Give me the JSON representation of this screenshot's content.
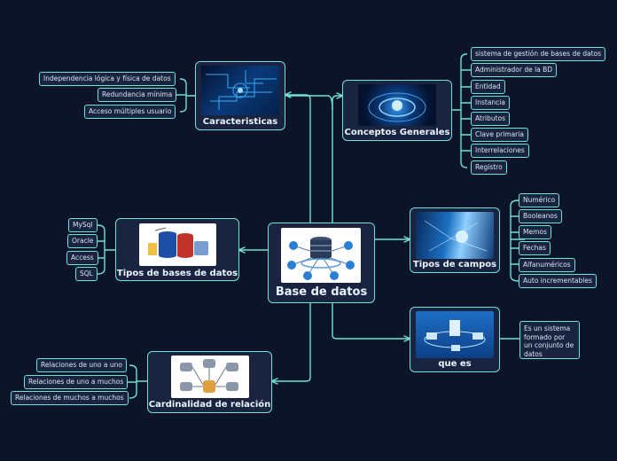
{
  "center": {
    "title": "Base de datos"
  },
  "branches": {
    "caracteristicas": {
      "title": "Caracteristicas",
      "items": [
        "Independencia lógica y física de datos",
        "Redundancia mínima",
        "Acceso múltiples usuario"
      ]
    },
    "conceptos": {
      "title": "Conceptos Generales",
      "items": [
        "sistema de gestión de bases de datos",
        "Administrador de la BD",
        "Entidad",
        "Instancia",
        "Atributos",
        "Clave primaria",
        "Interrelaciones",
        "Registro"
      ]
    },
    "tipos_bd": {
      "title": "Tipos de bases de datos",
      "items": [
        "MySql",
        "Oracle",
        "Access",
        "SQL"
      ]
    },
    "tipos_campos": {
      "title": "Tipos de campos",
      "items": [
        "Numérico",
        "Booleanos",
        "Memos",
        "Fechas",
        "Alfanuméricos",
        "Auto incrementables"
      ]
    },
    "que_es": {
      "title": "que es",
      "note": "Es un sistema formado por un conjunto de datos"
    },
    "cardinalidad": {
      "title": "Cardinalidad de relación",
      "items": [
        "Relaciones de uno a uno",
        "Relaciones de uno a muchos",
        "Relaciones de muchos a muchos"
      ]
    }
  },
  "colors": {
    "background": "#0b1428",
    "node_fill": "#1a2340",
    "stroke": "#6fe3d6",
    "text": "#e8f4ff"
  }
}
